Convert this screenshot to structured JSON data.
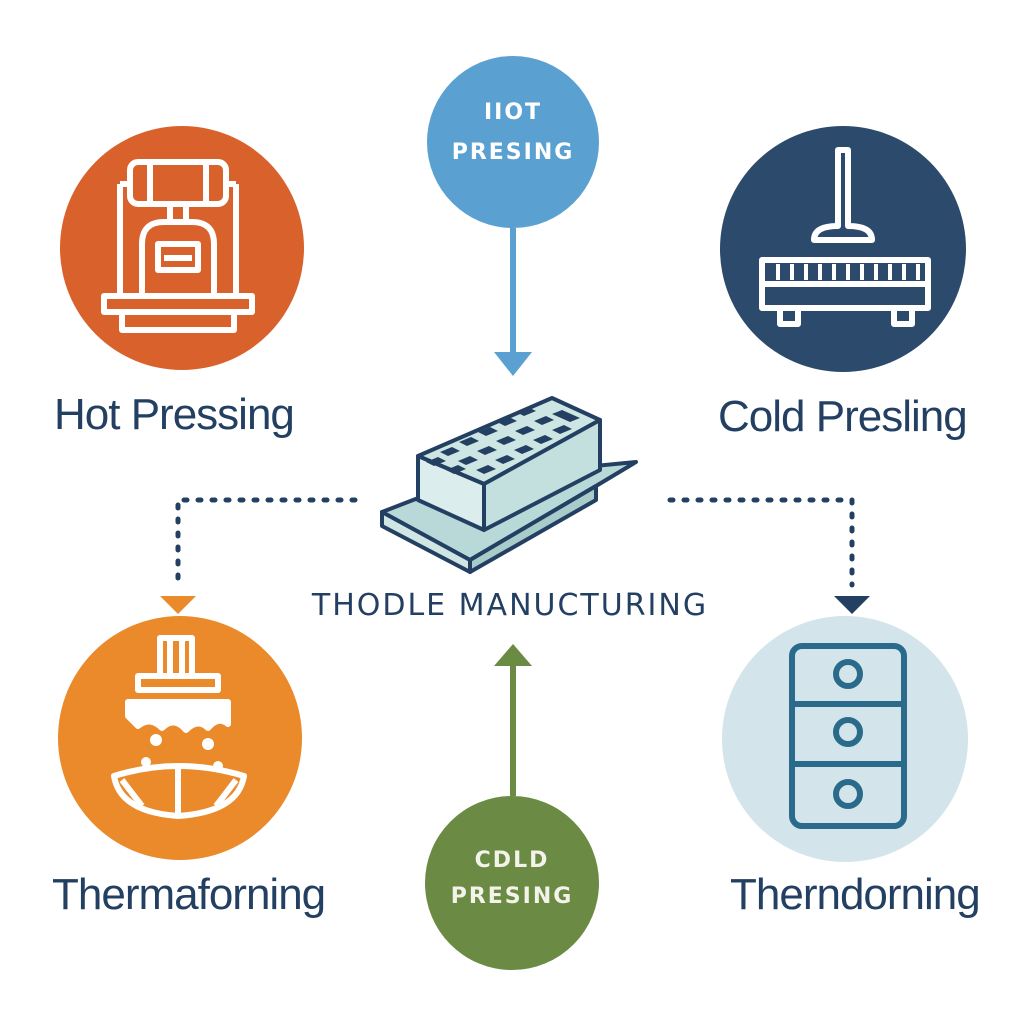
{
  "diagram": {
    "center": {
      "label": "THODLE MANUCTURING",
      "icon": "module-block-icon"
    },
    "top_bubble": {
      "line1": "IIOT",
      "line2": "PRESING",
      "color": "#5aa1d2"
    },
    "bottom_bubble": {
      "line1": "CDLD",
      "line2": "PRESING",
      "color": "#6b8a44"
    },
    "nodes": [
      {
        "label": "Hot Pressing",
        "color": "#d9622c",
        "icon": "hot-press-machine-icon"
      },
      {
        "label": "Cold Presling",
        "color": "#2c4a6b",
        "icon": "cold-press-plunger-icon"
      },
      {
        "label": "Thermaforning",
        "color": "#ea8a2b",
        "icon": "thermoforming-mold-icon"
      },
      {
        "label": "Therndorning",
        "color": "#d3e4ea",
        "icon": "stacked-trays-icon"
      }
    ],
    "text_color": "#234062"
  }
}
